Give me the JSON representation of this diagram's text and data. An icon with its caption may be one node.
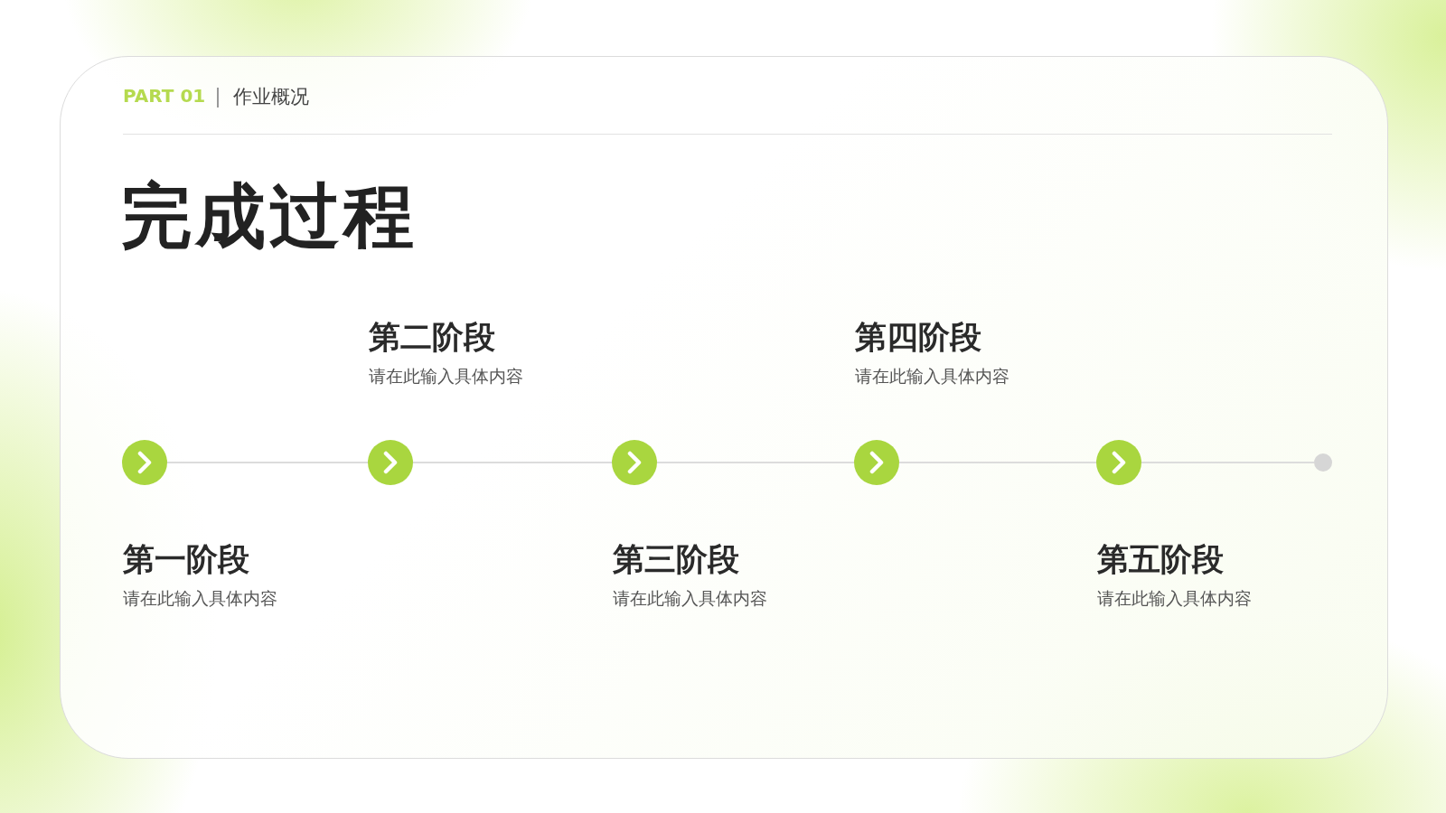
{
  "diagram": {
    "title": "完成过程",
    "nodes": [
      {
        "text": [],
        "shape": "circle",
        "beside": [
          "第一阶段",
          "请在此输入具体内容"
        ]
      },
      {
        "text": [],
        "shape": "circle",
        "beside": [
          "第二阶段",
          "请在此输入具体内容"
        ]
      },
      {
        "text": [],
        "shape": "circle",
        "beside": [
          "第三阶段",
          "请在此输入具体内容"
        ]
      },
      {
        "text": [],
        "shape": "circle",
        "beside": [
          "第四阶段",
          "请在此输入具体内容"
        ]
      },
      {
        "text": [],
        "shape": "circle",
        "beside": [
          "第五阶段",
          "请在此输入具体内容"
        ]
      },
      {
        "text": [],
        "shape": "circle"
      }
    ],
    "edges": [
      {
        "from": 0,
        "to": 1,
        "arrow": "none"
      },
      {
        "from": 1,
        "to": 2,
        "arrow": "none"
      },
      {
        "from": 2,
        "to": 3,
        "arrow": "none"
      },
      {
        "from": 3,
        "to": 4,
        "arrow": "none"
      },
      {
        "from": 4,
        "to": 5,
        "arrow": "none"
      }
    ],
    "labels": [
      "PART 01",
      "作业概况"
    ]
  }
}
